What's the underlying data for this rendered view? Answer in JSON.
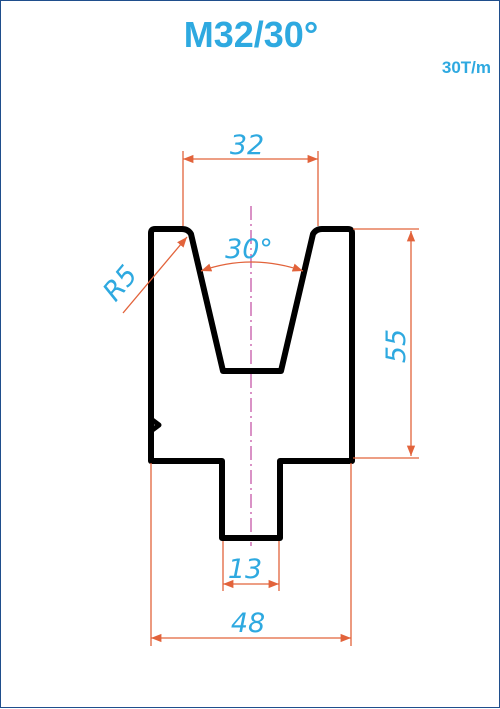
{
  "title": "M32/30°",
  "capacity": "30T/m",
  "colors": {
    "title": "#2ea9e0",
    "dimension_text": "#2ea9e0",
    "dimension_line": "#e2633b",
    "profile": "#000000",
    "centerline": "#c04aa0",
    "frame": "#1f4e8c"
  },
  "dimensions": {
    "v_opening": "32",
    "angle": "30°",
    "radius": "R5",
    "height": "55",
    "tongue_width": "13",
    "total_width": "48"
  }
}
